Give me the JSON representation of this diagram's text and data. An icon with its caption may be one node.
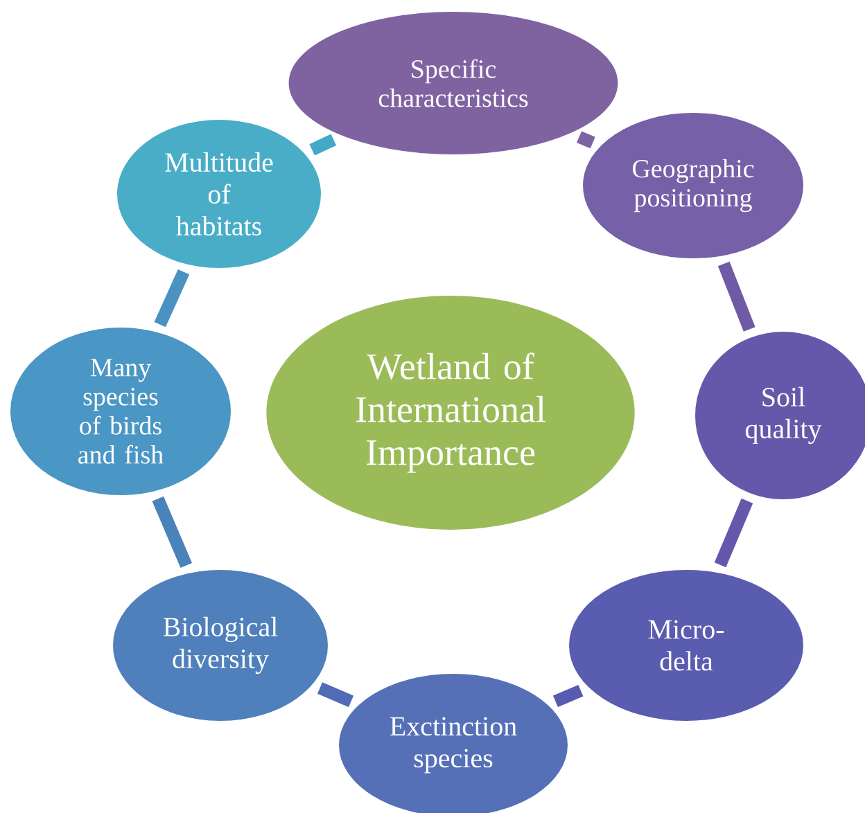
{
  "diagram": {
    "nodes": [
      {
        "text": [
          "Wetland of International Importance"
        ]
      },
      {
        "text": [
          "Specific characteristics"
        ]
      },
      {
        "text": [
          "Geographic positioning"
        ]
      },
      {
        "text": [
          "Soil quality"
        ]
      },
      {
        "text": [
          "Micro-delta"
        ]
      },
      {
        "text": [
          "Exctinction species"
        ]
      },
      {
        "text": [
          "Biological diversity"
        ]
      },
      {
        "text": [
          "Many species of birds and fish"
        ]
      },
      {
        "text": [
          "Multitude of habitats"
        ]
      }
    ],
    "edges": [
      {
        "from": 1,
        "to": 2,
        "arrow": "none",
        "color": "#7d62a4"
      },
      {
        "from": 2,
        "to": 3,
        "arrow": "none",
        "color": "#6f5aa6"
      },
      {
        "from": 3,
        "to": 4,
        "arrow": "none",
        "color": "#6458ac"
      },
      {
        "from": 4,
        "to": 5,
        "arrow": "none",
        "color": "#585cb0"
      },
      {
        "from": 5,
        "to": 6,
        "arrow": "none",
        "color": "#506cb6"
      },
      {
        "from": 6,
        "to": 7,
        "arrow": "none",
        "color": "#4a82bc"
      },
      {
        "from": 7,
        "to": 8,
        "arrow": "none",
        "color": "#4a92c2"
      },
      {
        "from": 8,
        "to": 1,
        "arrow": "none",
        "color": "#44a8c8"
      }
    ]
  }
}
